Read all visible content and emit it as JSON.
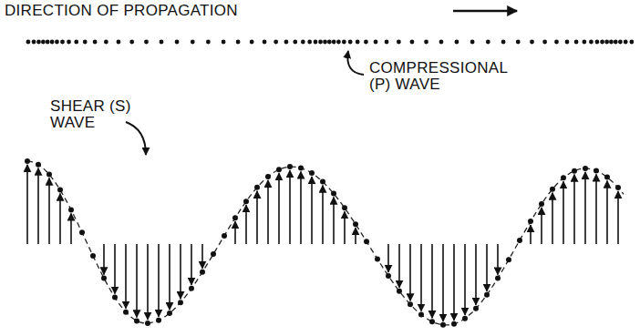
{
  "diagram": {
    "labels": [
      "DIRECTION OF PROPAGATION",
      "COMPRESSIONAL (P) WAVE",
      "SHEAR (S) WAVE"
    ]
  }
}
